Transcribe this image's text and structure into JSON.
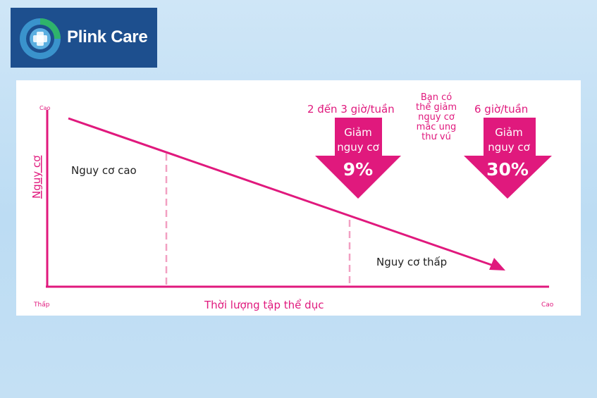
{
  "brand": {
    "name": "Plink Care",
    "color": "#1d4f8e"
  },
  "colors": {
    "accent": "#e0197d",
    "dashed": "#f2a0c2"
  },
  "diagram": {
    "y_axis_label": "Nguy cơ",
    "y_axis_high": "Cao",
    "x_axis_label": "Thời lượng tập thể dục",
    "x_axis_low": "Thấp",
    "x_axis_high": "Cao",
    "high_risk_label": "Nguy cơ cao",
    "low_risk_label": "Nguy cơ thấp",
    "note": [
      "Bạn có",
      "thể giảm",
      "nguy cơ",
      "mắc ung",
      "thư vú"
    ],
    "arrows": [
      {
        "duration": "2 đến 3 giờ/tuần",
        "line1": "Giảm",
        "line2": "nguy cơ",
        "percent": "9%"
      },
      {
        "duration": "6 giờ/tuần",
        "line1": "Giảm",
        "line2": "nguy cơ",
        "percent": "30%"
      }
    ]
  }
}
